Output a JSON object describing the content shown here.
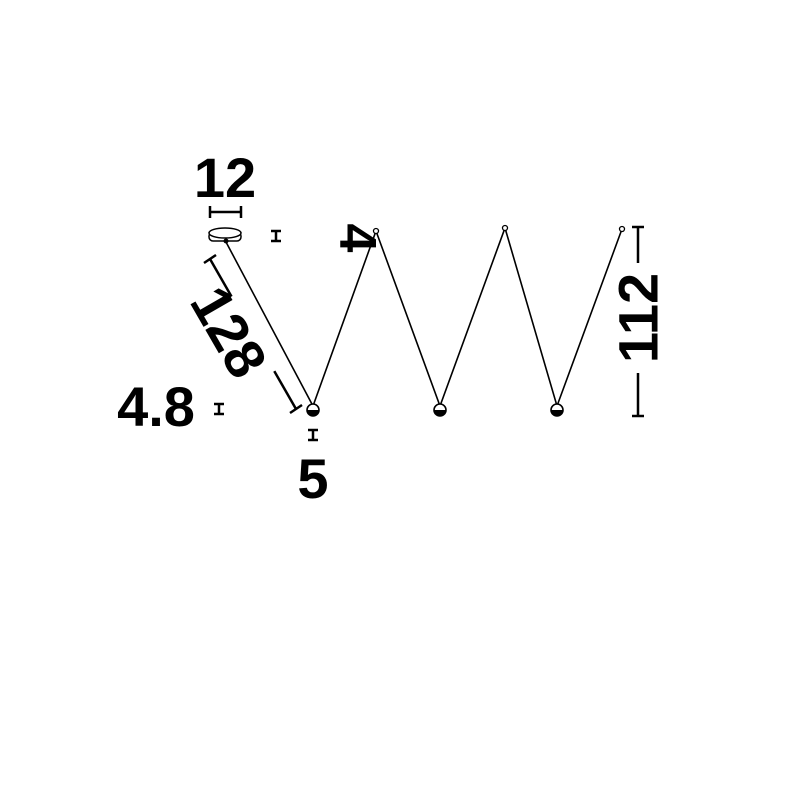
{
  "dimensions": {
    "canopy_diameter": "12",
    "canopy_height": "4",
    "wire_length": "128",
    "drop_height": "112",
    "bulb_size": "4.8",
    "bulb_height": "5"
  },
  "colors": {
    "line": "#000000",
    "background": "#ffffff"
  }
}
